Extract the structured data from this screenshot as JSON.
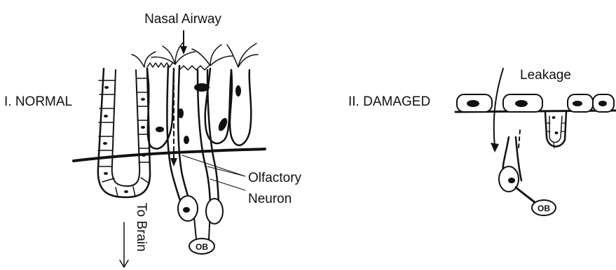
{
  "labels": {
    "nasal_airway": "Nasal Airway",
    "normal": "I. NORMAL",
    "damaged": "II. DAMAGED",
    "leakage": "Leakage",
    "olfactory_line1": "Olfactory",
    "olfactory_line2": "Neuron",
    "to_brain": "To Brain",
    "ob_normal": "OB",
    "ob_damaged": "OB"
  },
  "colors": {
    "ink": "#111111",
    "background": "#ffffff"
  }
}
